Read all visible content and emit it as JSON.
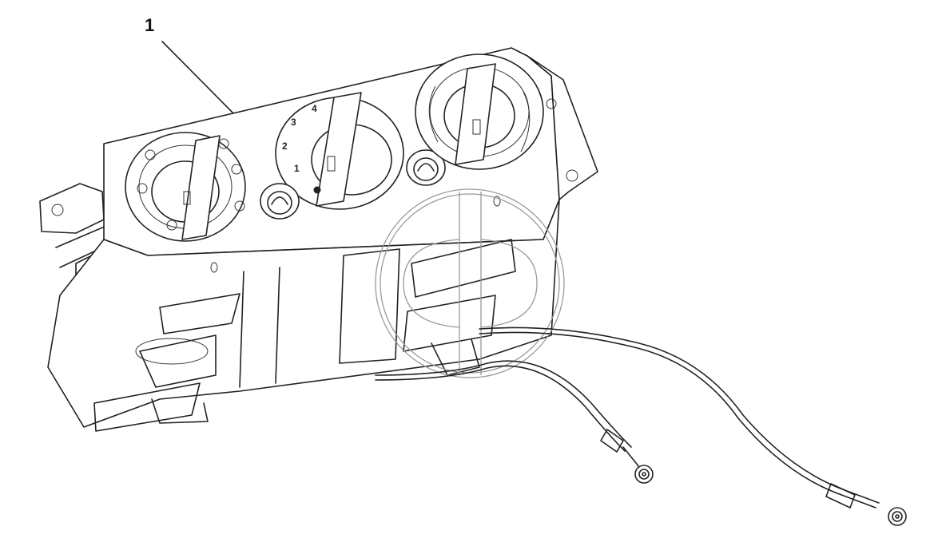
{
  "callouts": [
    {
      "number": "1"
    }
  ],
  "fan_speed_marks": [
    "1",
    "2",
    "3",
    "4"
  ],
  "colors": {
    "line": "#222222",
    "watermark": "#9a9a9a",
    "background": "#ffffff"
  }
}
